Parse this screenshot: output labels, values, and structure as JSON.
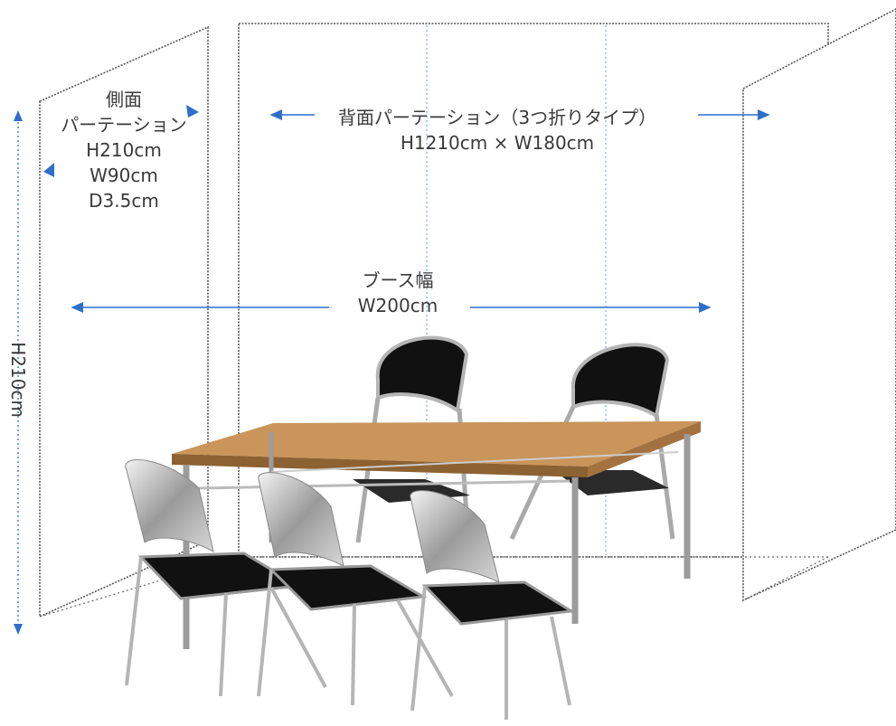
{
  "side_partition": {
    "title": "側面",
    "name": "パーテーション",
    "height": "H210cm",
    "width": "W90cm",
    "depth": "D3.5cm"
  },
  "back_partition": {
    "title": "背面パーテーション（3つ折りタイプ）",
    "size": "H1210cm × W180cm"
  },
  "booth_width": {
    "title": "ブース幅",
    "value": "W200cm"
  },
  "height_label": "H210cm",
  "colors": {
    "arrow": "#2f6fca",
    "partition_edge": "#555555",
    "guide_dotted": "#8ab4e6",
    "table_top": "#c9955a",
    "table_edge": "#8d6232",
    "chair_seat": "#111111",
    "chair_frame": "#a9a9a9"
  }
}
